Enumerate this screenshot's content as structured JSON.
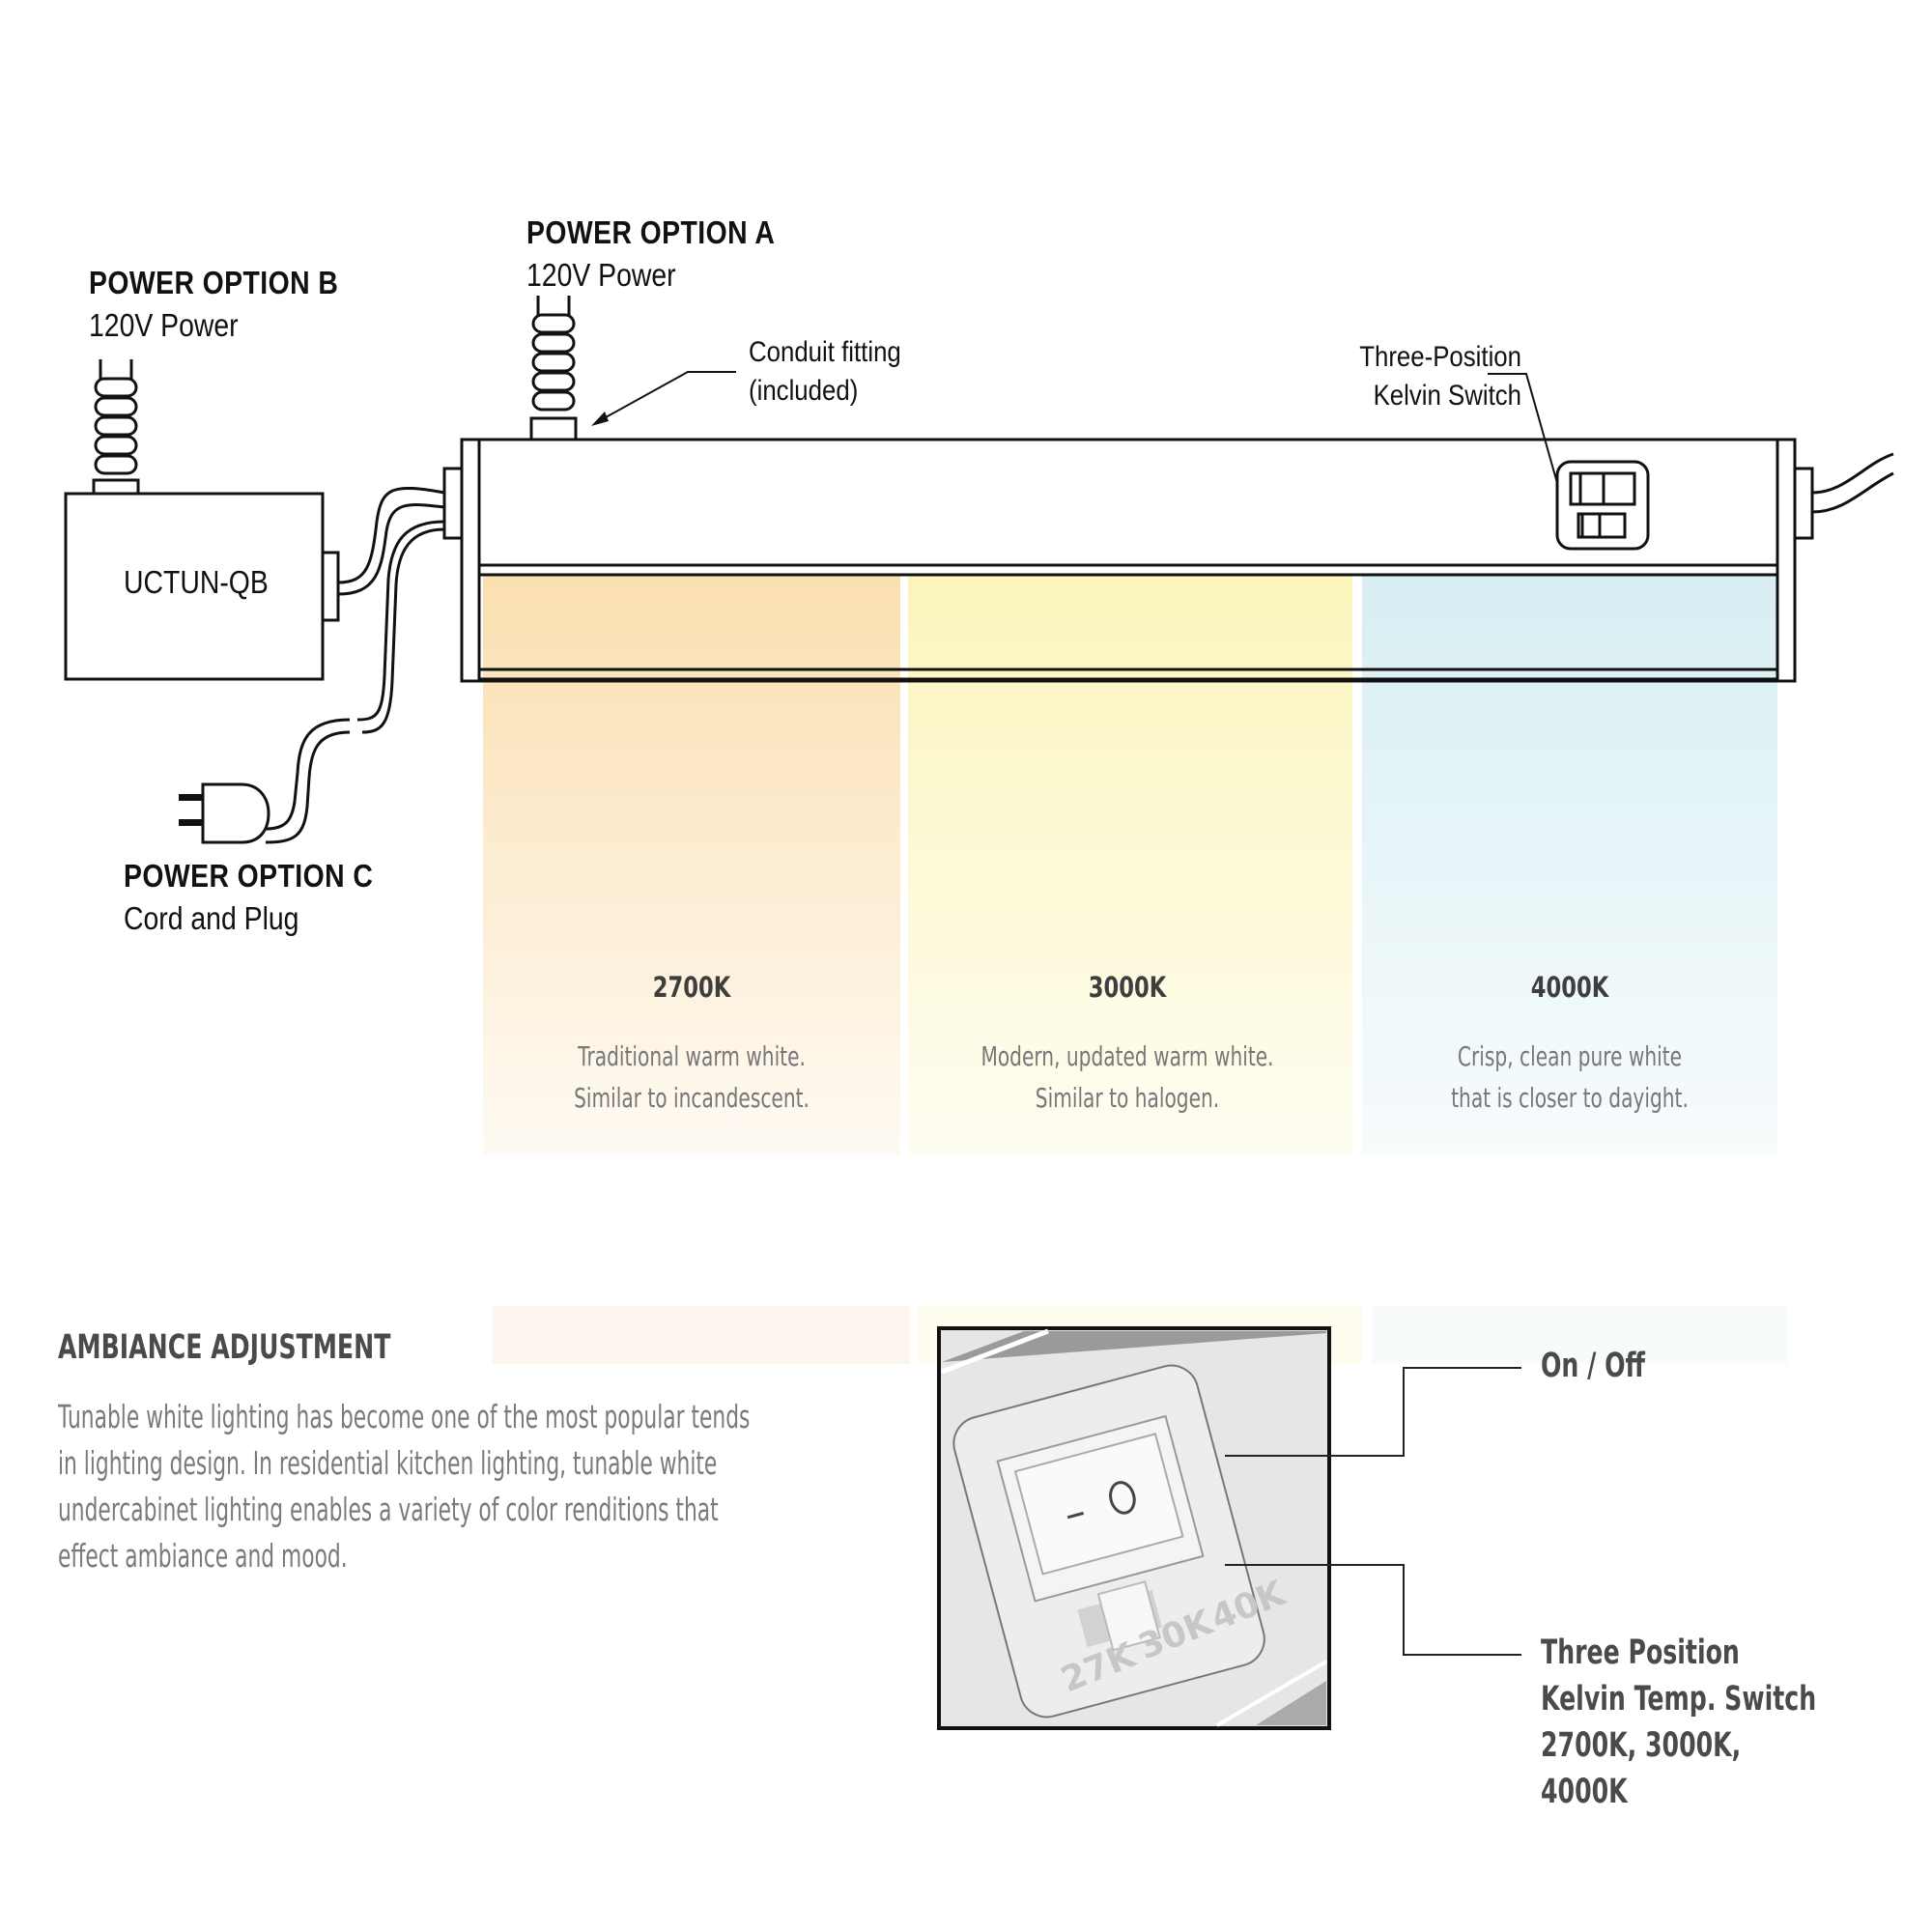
{
  "power_options": {
    "a": {
      "title": "POWER OPTION A",
      "subtitle": "120V Power"
    },
    "b": {
      "title": "POWER OPTION B",
      "subtitle": "120V Power"
    },
    "c": {
      "title": "POWER OPTION C",
      "subtitle": "Cord and Plug"
    }
  },
  "junction_box": {
    "label": "UCTUN-QB"
  },
  "callouts": {
    "conduit": {
      "line1": "Conduit fitting",
      "line2": "(included)"
    },
    "kelvin_switch": {
      "line1": "Three-Position",
      "line2": "Kelvin Switch"
    }
  },
  "color_temps": [
    {
      "label": "2700K",
      "description": "Traditional warm white.\nSimilar to incandescent.",
      "color": "#fadfb0"
    },
    {
      "label": "3000K",
      "description": "Modern, updated warm white.\nSimilar to halogen.",
      "color": "#fbf5bb"
    },
    {
      "label": "4000K",
      "description": "Crisp, clean pure white\nthat is closer to dayight.",
      "color": "#d8eef3"
    }
  ],
  "ambiance": {
    "title": "AMBIANCE ADJUSTMENT",
    "body": "Tunable white lighting has become one of the most popular tends\nin lighting design.  In residential kitchen lighting, tunable white\nundercabinet lighting enables a variety of color renditions that\neffect ambiance and mood."
  },
  "switch_detail": {
    "rocker_off_symbol": "–",
    "rocker_on_symbol": "O",
    "positions": [
      "27K",
      "30K",
      "40K"
    ],
    "on_off_label": "On / Off",
    "kelvin_label": "Three Position\nKelvin Temp. Switch\n2700K, 3000K, 4000K"
  }
}
